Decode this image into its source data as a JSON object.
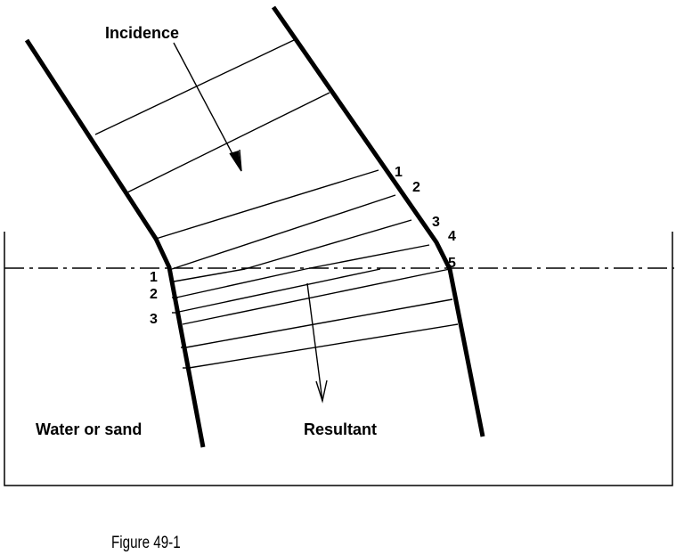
{
  "labels": {
    "incidence": "Incidence",
    "resultant": "Resultant",
    "medium": "Water or sand",
    "caption": "Figure 49-1"
  },
  "right_numbers": [
    "1",
    "2",
    "3",
    "4",
    "5"
  ],
  "left_numbers": [
    "1",
    "2",
    "3"
  ]
}
